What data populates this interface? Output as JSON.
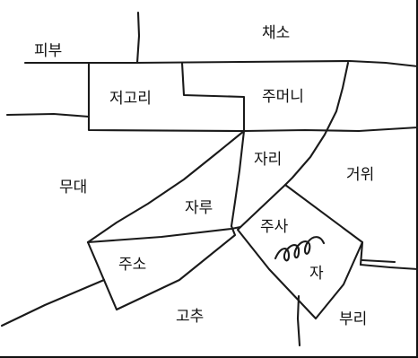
{
  "labels": {
    "pibu": "피부",
    "chaeso": "채소",
    "jeogori": "저고리",
    "jumeoni": "주머니",
    "mudae": "무대",
    "jari": "자리",
    "geowi": "거위",
    "jaru": "자루",
    "jusa": "주사",
    "ja": "자",
    "juso": "주소",
    "gochu": "고추",
    "buri": "부리"
  }
}
